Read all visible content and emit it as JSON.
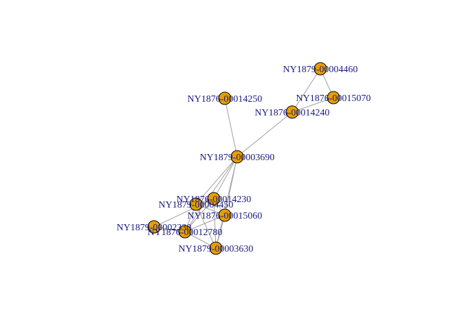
{
  "graph": {
    "node_color": "#e69f00",
    "node_border_color": "#000000",
    "edge_color": "#a0a0a0",
    "label_color": "#1a1a80",
    "nodes": [
      {
        "id": "NY1879-00004460"
      },
      {
        "id": "NY1876-00015070"
      },
      {
        "id": "NY1876-00014250"
      },
      {
        "id": "NY1876-00014240"
      },
      {
        "id": "NY1879-00003690"
      },
      {
        "id": "NY1876-00014230"
      },
      {
        "id": "NY1879-00004450"
      },
      {
        "id": "NY1876-00015060"
      },
      {
        "id": "NY1879-00002330"
      },
      {
        "id": "NY1876-00012780"
      },
      {
        "id": "NY1879-00003630"
      }
    ],
    "edges": [
      [
        "NY1879-00004460",
        "NY1876-00015070"
      ],
      [
        "NY1879-00004460",
        "NY1876-00014240"
      ],
      [
        "NY1876-00015070",
        "NY1876-00014240"
      ],
      [
        "NY1876-00014240",
        "NY1879-00003690"
      ],
      [
        "NY1876-00014250",
        "NY1879-00003690"
      ],
      [
        "NY1879-00003690",
        "NY1876-00014230"
      ],
      [
        "NY1879-00003690",
        "NY1879-00004450"
      ],
      [
        "NY1879-00003690",
        "NY1876-00015060"
      ],
      [
        "NY1879-00003690",
        "NY1876-00012780"
      ],
      [
        "NY1879-00003690",
        "NY1879-00003630"
      ],
      [
        "NY1876-00014230",
        "NY1879-00004450"
      ],
      [
        "NY1876-00014230",
        "NY1876-00015060"
      ],
      [
        "NY1876-00014230",
        "NY1879-00002330"
      ],
      [
        "NY1876-00014230",
        "NY1876-00012780"
      ],
      [
        "NY1876-00014230",
        "NY1879-00003630"
      ],
      [
        "NY1879-00004450",
        "NY1876-00015060"
      ],
      [
        "NY1879-00004450",
        "NY1876-00012780"
      ],
      [
        "NY1879-00004450",
        "NY1879-00003630"
      ],
      [
        "NY1876-00015060",
        "NY1876-00012780"
      ],
      [
        "NY1876-00015060",
        "NY1879-00003630"
      ],
      [
        "NY1879-00002330",
        "NY1876-00012780"
      ],
      [
        "NY1876-00012780",
        "NY1879-00003630"
      ]
    ]
  }
}
